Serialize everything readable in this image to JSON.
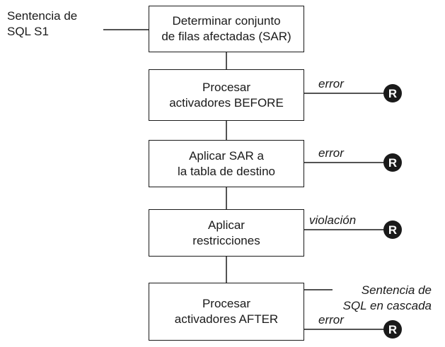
{
  "input_label": {
    "line1": "Sentencia de",
    "line2": "SQL S1"
  },
  "steps": [
    {
      "line1": "Determinar conjunto",
      "line2": "de filas afectadas (SAR)"
    },
    {
      "line1": "Procesar",
      "line2": "activadores BEFORE"
    },
    {
      "line1": "Aplicar SAR a",
      "line2": "la tabla de destino"
    },
    {
      "line1": "Aplicar",
      "line2": "restricciones"
    },
    {
      "line1": "Procesar",
      "line2": "activadores AFTER"
    }
  ],
  "branches": [
    {
      "label": "error",
      "marker": "R"
    },
    {
      "label": "error",
      "marker": "R"
    },
    {
      "label": "violación",
      "marker": "R"
    },
    {
      "label": "error",
      "marker": "R"
    }
  ],
  "cascade_label": {
    "line1": "Sentencia de",
    "line2": "SQL en cascada"
  }
}
